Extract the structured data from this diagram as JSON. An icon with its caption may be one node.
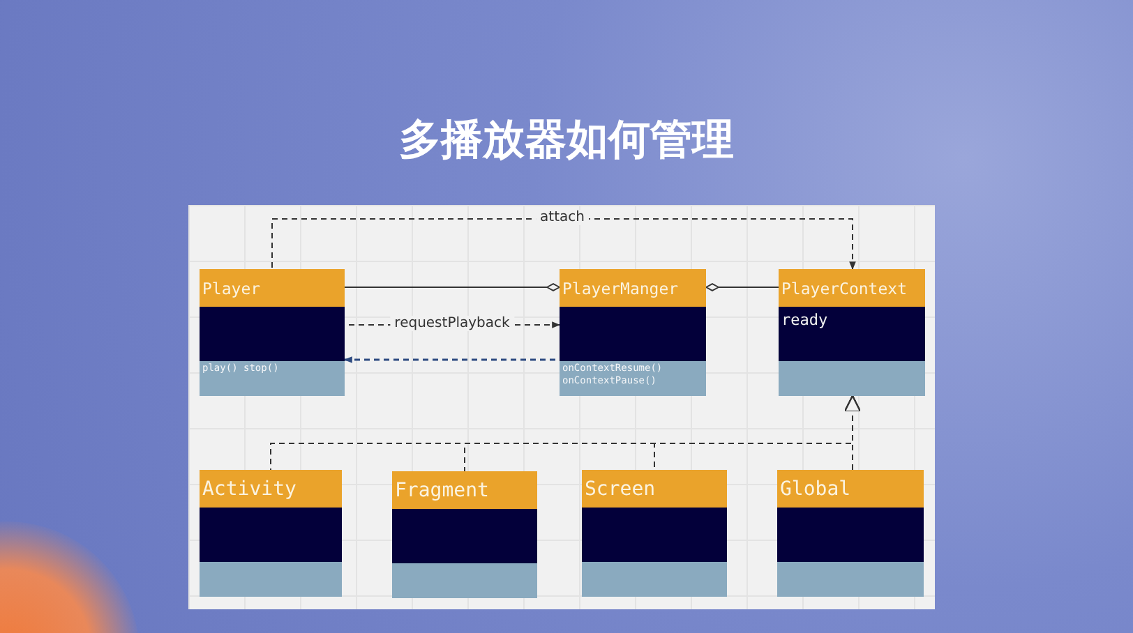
{
  "diagram": {
    "title": "多播放器如何管理",
    "nodes": [
      {
        "text": [
          "Player",
          "play() stop()"
        ]
      },
      {
        "text": [
          "PlayerManger",
          "onContextResume() onContextPause()"
        ]
      },
      {
        "text": [
          "PlayerContext",
          "ready"
        ]
      },
      {
        "text": [
          "Activity"
        ]
      },
      {
        "text": [
          "Fragment"
        ]
      },
      {
        "text": [
          "Screen"
        ]
      },
      {
        "text": [
          "Global"
        ]
      }
    ],
    "edges": [
      {
        "from": 0,
        "to": 2,
        "arrow": "to",
        "label": "attach",
        "style": "dashed"
      },
      {
        "from": 1,
        "to": 0,
        "arrow": "other"
      },
      {
        "from": 0,
        "to": 1,
        "arrow": "to",
        "label": "requestPlayback",
        "style": "dashed"
      },
      {
        "from": 1,
        "to": 0,
        "arrow": "to",
        "style": "dashed",
        "color": "#2d4a80"
      },
      {
        "from": 1,
        "to": 2,
        "arrow": "other"
      },
      {
        "from": 3,
        "to": 2,
        "arrow": "to",
        "style": "dashed"
      },
      {
        "from": 4,
        "to": 2,
        "arrow": "to",
        "style": "dashed"
      },
      {
        "from": 5,
        "to": 2,
        "arrow": "to",
        "style": "dashed"
      },
      {
        "from": 6,
        "to": 2,
        "arrow": "to",
        "style": "dashed"
      }
    ]
  }
}
